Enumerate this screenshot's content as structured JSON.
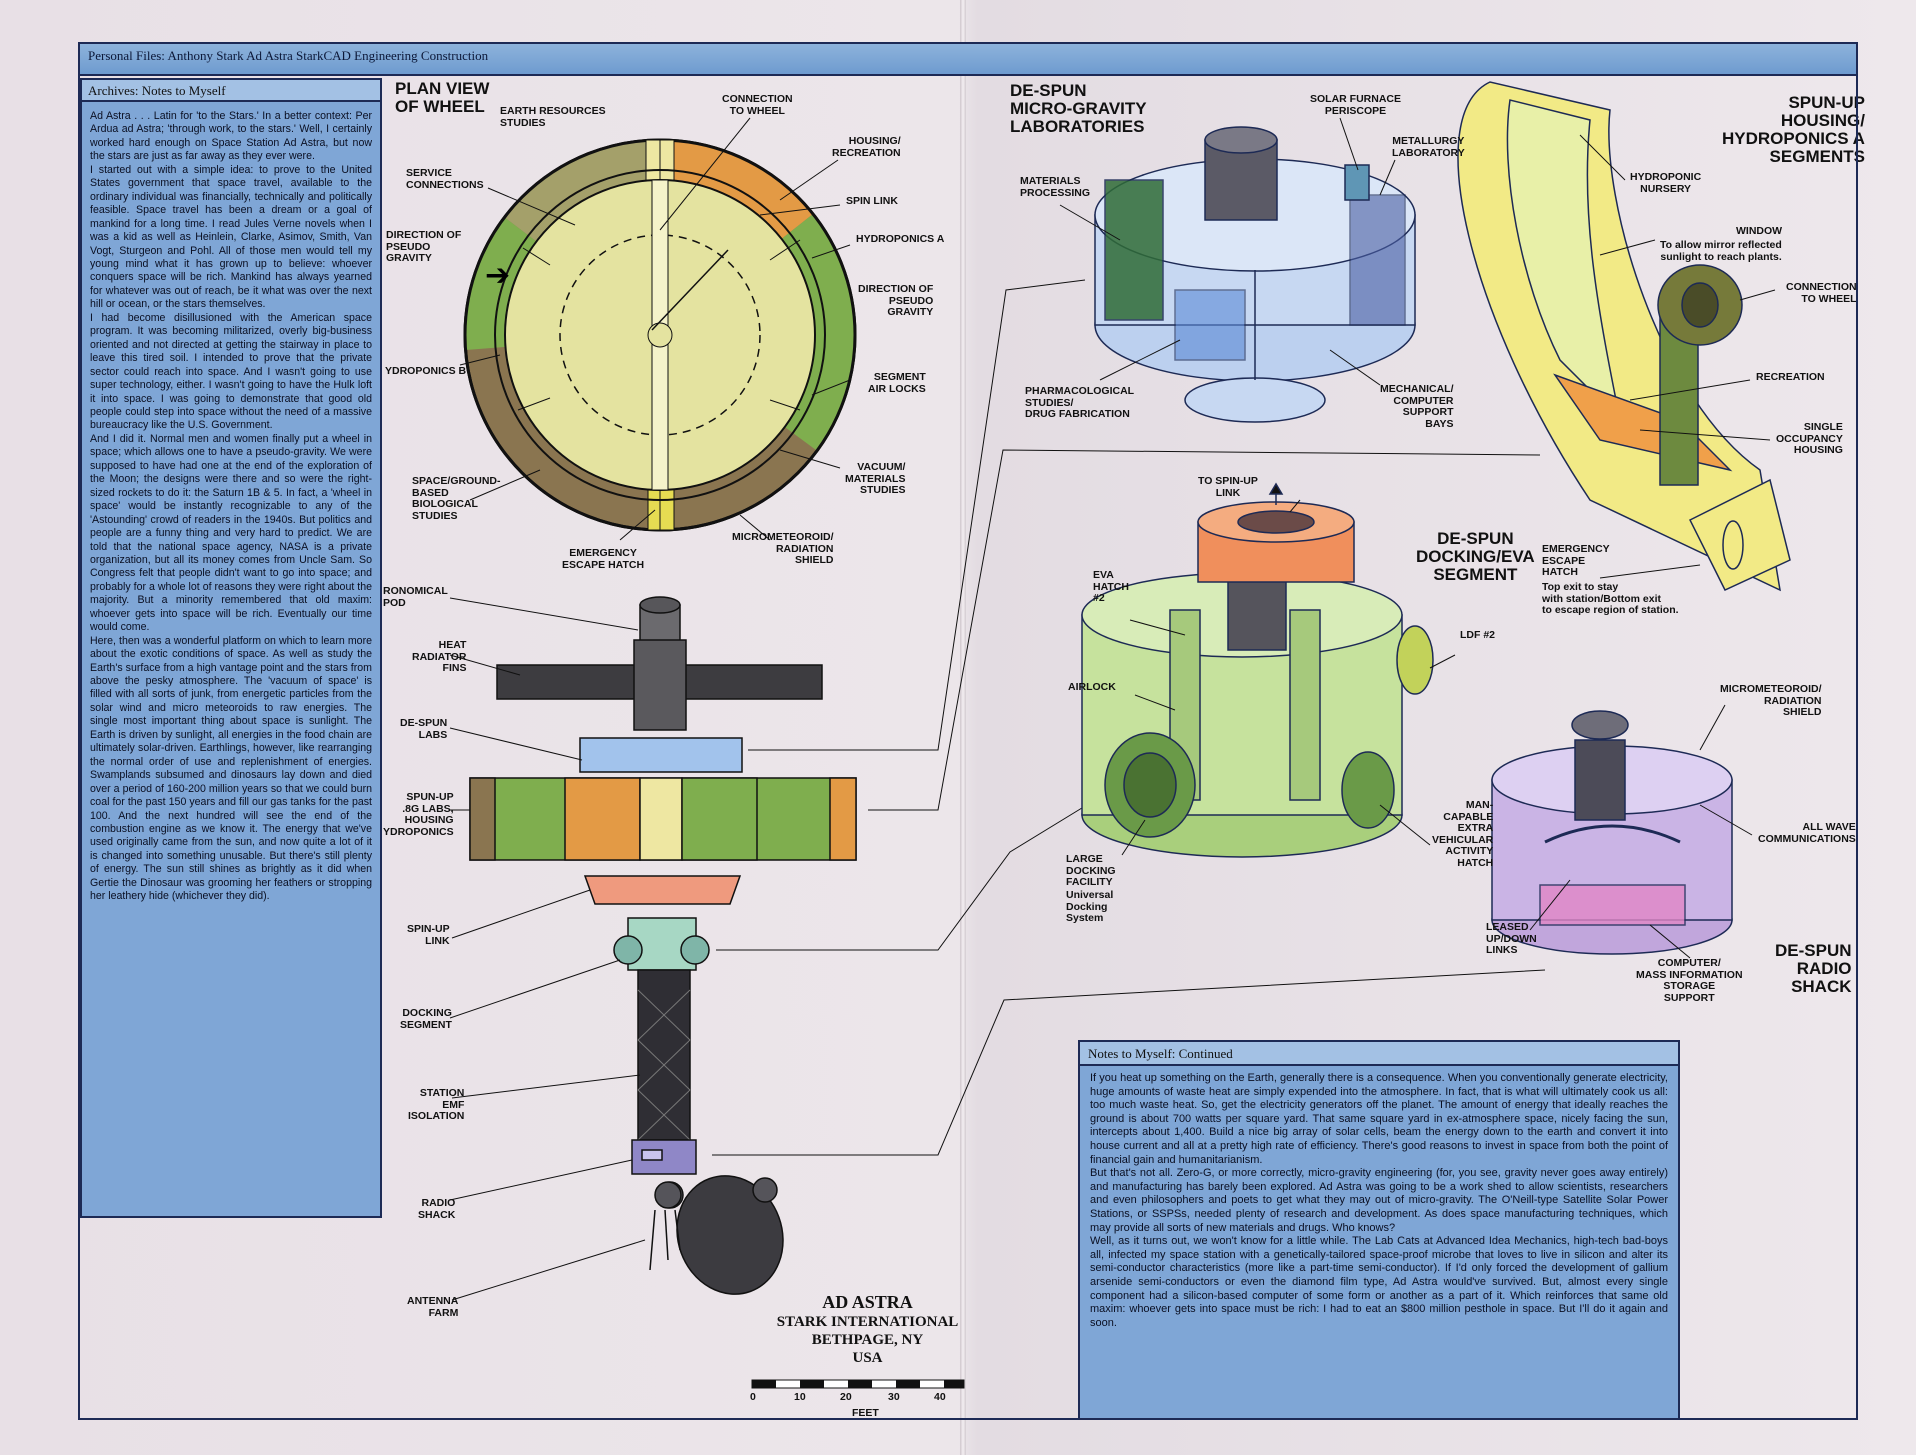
{
  "header": {
    "title": "Personal Files: Anthony Stark  Ad Astra  StarkCAD Engineering Construction"
  },
  "archives": {
    "title": "Archives: Notes to Myself",
    "paragraphs": [
      "Ad Astra . . . Latin for 'to the Stars.' In a better context: Per Ardua ad Astra; 'through work, to the stars.' Well, I certainly worked hard enough on Space Station Ad Astra, but now the stars are just as far away as they ever were.",
      "I started out with a simple idea: to prove to the United States government that space travel, available to the ordinary individual was financially, technically and politically feasible. Space travel has been a dream or a goal of mankind for a long time. I read Jules Verne novels when I was a kid as well as Heinlein, Clarke, Asimov, Smith, Van Vogt, Sturgeon and Pohl. All of those men would tell my young mind what it has grown up to believe: whoever conquers space will be rich. Mankind has always yearned for whatever was out of reach, be it what was over the next hill or ocean, or the stars themselves.",
      "I had become disillusioned with the American space program. It was becoming militarized, overly big-business oriented and not directed at getting the stairway in place to leave this tired soil. I intended to prove that the private sector could reach into space. And I wasn't going to use super technology, either. I wasn't going to have the Hulk loft it into space. I was going to demonstrate that good old people could step into space without the need of a massive bureaucracy like the U.S. Government.",
      "And I did it. Normal men and women finally put a wheel in space; which allows one to have a pseudo-gravity. We were supposed to have had one at the end of the exploration of the Moon; the designs were there and so were the right-sized rockets to do it: the Saturn 1B & 5. In fact, a 'wheel in space' would be instantly recognizable to any of the 'Astounding' crowd of readers in the 1940s. But politics and people are a funny thing and very hard to predict. We are told that the national space agency, NASA is a private organization, but all its money comes from Uncle Sam. So Congress felt that people didn't want to go into space; and probably for a whole lot of reasons they were right about the majority. But a minority remembered that old maxim: whoever gets into space will be rich. Eventually our time would come.",
      "Here, then was a wonderful platform on which to learn more about the exotic conditions of space. As well as study the Earth's surface from a high vantage point and the stars from above the pesky atmosphere. The 'vacuum of space' is filled with all sorts of junk, from energetic particles from the solar wind and micro meteoroids to raw energies. The single most important thing about space is sunlight. The Earth is driven by sunlight, all energies in the food chain are ultimately solar-driven. Earthlings, however, like rearranging the normal order of use and replenishment of energies. Swamplands subsumed and dinosaurs lay down and died over a period of 160-200 million years so that we could burn coal for the past 150 years and fill our gas tanks for the past 100. And the next hundred will see the end of the combustion engine as we know it. The energy that we've used originally came from the sun, and now quite a lot of it is changed into something unusable. But there's still plenty of energy. The sun still shines as brightly as it did when Gertie the Dinosaur was grooming her feathers or stropping her leathery hide (whichever they did)."
    ]
  },
  "notes": {
    "title": "Notes to Myself: Continued",
    "paragraphs": [
      "If you heat up something on the Earth, generally there is a consequence. When you conventionally generate electricity, huge amounts of waste heat are simply expended into the atmosphere. In fact, that is what will ultimately cook us all: too much waste heat. So, get the electricity generators off the planet. The amount of energy that ideally reaches the ground is about 700 watts per square yard. That same square yard in ex-atmosphere space, nicely facing the sun, intercepts about 1,400. Build a nice big array of solar cells, beam the energy down to the earth and convert it into house current and all at a pretty high rate of efficiency. There's good reasons to invest in space from both the point of financial gain and humanitarianism.",
      "But that's not all. Zero-G, or more correctly, micro-gravity engineering (for, you see, gravity never goes away entirely) and manufacturing has barely been explored. Ad Astra was going to be a work shed to allow scientists, researchers and even philosophers and poets to get what they may out of micro-gravity. The O'Neill-type Satellite Solar Power Stations, or SSPSs, needed plenty of research and development. As does space manufacturing techniques, which may provide all sorts of new materials and drugs. Who knows?",
      "Well, as it turns out, we won't know for a little while. The Lab Cats at Advanced Idea Mechanics, high-tech bad-boys all, infected my space station with a genetically-tailored space-proof microbe that loves to live in silicon and alter its semi-conductor characteristics (more like a part-time semi-conductor). If I'd only forced the development of gallium arsenide semi-conductors or even the diamond film type, Ad Astra would've survived. But, almost every single component had a silicon-based computer of some form or another as a part of it. Which reinforces that same old maxim: whoever gets into space must be rich: I had to eat an $800 million pesthole in space. But I'll do it again and soon."
    ]
  },
  "plan_view": {
    "title": "PLAN VIEW\nOF WHEEL",
    "labels": {
      "earth": "EARTH RESOURCES\nSTUDIES",
      "connection": "CONNECTION\nTO WHEEL",
      "housing": "HOUSING/\nRECREATION",
      "spinlink": "SPIN LINK",
      "hydroa": "HYDROPONICS A",
      "direction_r": "DIRECTION OF\nPSEUDO\nGRAVITY",
      "segment": "SEGMENT\nAIR LOCKS",
      "vacuum": "VACUUM/\nMATERIALS\nSTUDIES",
      "micro": "MICROMETEOROID/\nRADIATION\nSHIELD",
      "emergency": "EMERGENCY\nESCAPE HATCH",
      "spaceground": "SPACE/GROUND-\nBASED\nBIOLOGICAL\nSTUDIES",
      "hydrob": "YDROPONICS B",
      "direction_l": "DIRECTION OF\nPSEUDO\nGRAVITY",
      "service": "SERVICE\nCONNECTIONS"
    }
  },
  "side_view": {
    "labels": {
      "astro": "RONOMICAL\nPOD",
      "heat": "HEAT\nRADIATOR\nFINS",
      "despun": "DE-SPUN\nLABS",
      "spunup": "SPUN-UP\n.8G LABS,\nHOUSING\nYDROPONICS",
      "spinup": "SPIN-UP\nLINK",
      "docking": "DOCKING\nSEGMENT",
      "station": "STATION\nEMF\nISOLATION",
      "radio": "RADIO\nSHACK",
      "antenna": "ANTENNA\nFARM"
    }
  },
  "credit": {
    "line1": "AD ASTRA",
    "line2": "STARK INTERNATIONAL",
    "line3": "BETHPAGE, NY",
    "line4": "USA"
  },
  "scale": {
    "ticks": [
      "0",
      "10",
      "20",
      "30",
      "40"
    ],
    "unit": "FEET"
  },
  "labs": {
    "title": "DE-SPUN\nMICRO-GRAVITY\nLABORATORIES",
    "labels": {
      "solar": "SOLAR FURNACE\nPERISCOPE",
      "metal": "METALLURGY\nLABORATORY",
      "materials": "MATERIALS\nPROCESSING",
      "pharma": "PHARMACOLOGICAL\nSTUDIES/\nDRUG FABRICATION",
      "mech": "MECHANICAL/\nCOMPUTER\nSUPPORT\nBAYS"
    }
  },
  "hydro": {
    "title": "SPUN-UP\nHOUSING/\nHYDROPONICS A\nSEGMENTS",
    "labels": {
      "nursery": "HYDROPONIC\nNURSERY",
      "window": "WINDOW",
      "window_note": "To allow mirror reflected\nsunlight to reach plants.",
      "connection": "CONNECTION\nTO WHEEL",
      "recreation": "RECREATION",
      "single": "SINGLE\nOCCUPANCY\nHOUSING",
      "escape": "EMERGENCY\nESCAPE\nHATCH",
      "escape_note": "Top exit to stay\nwith station/Bottom exit\nto escape region of station."
    }
  },
  "dock": {
    "title": "DE-SPUN\nDOCKING/EVA\nSEGMENT",
    "labels": {
      "tospin": "TO SPIN-UP\nLINK",
      "eva": "EVA\nHATCH\n#2",
      "ldf": "LDF #2",
      "airlock": "AIRLOCK",
      "large": "LARGE\nDOCKING\nFACILITY",
      "universal": "Universal\nDocking\nSystem",
      "manned": "MAN-\nCAPABLE\nEXTRA\nVEHICULAR\nACTIVITY\nHATCH"
    }
  },
  "radio": {
    "title": "DE-SPUN\nRADIO\nSHACK",
    "labels": {
      "micro": "MICROMETEOROID/\nRADIATION\nSHIELD",
      "allwave": "ALL WAVE\nCOMMUNICATIONS",
      "leased": "LEASED\nUP/DOWN\nLINKS",
      "computer": "COMPUTER/\nMASS INFORMATION\nSTORAGE\nSUPPORT"
    }
  },
  "colors": {
    "panel": "#7fa6d6",
    "frame": "#1d2a55",
    "wheel_brown": "#8a7550",
    "wheel_green": "#7fae4e",
    "wheel_orange": "#e39a45",
    "wheel_cream": "#eee7a2"
  }
}
